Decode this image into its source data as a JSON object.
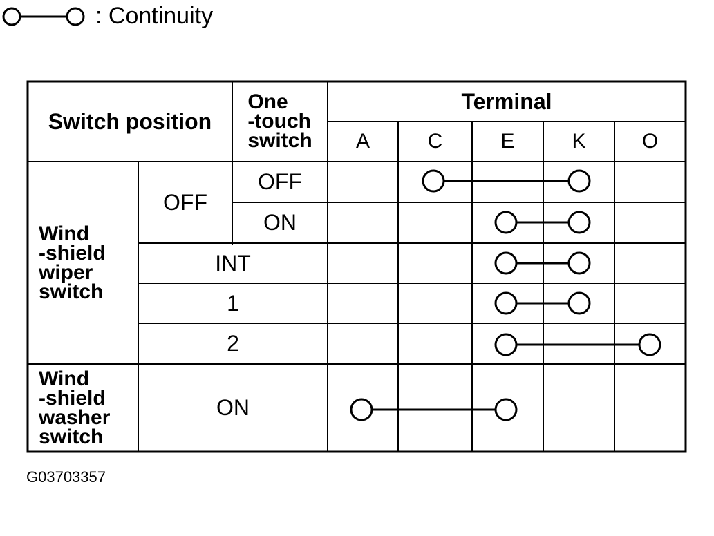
{
  "legend": {
    "symbol": "continuity-symbol",
    "text": ": Continuity"
  },
  "header": {
    "switch_position": "Switch position",
    "one_touch": [
      "One",
      "-touch",
      "switch"
    ],
    "terminal": "Terminal",
    "terminals": [
      "A",
      "C",
      "E",
      "K",
      "O"
    ]
  },
  "groups": {
    "wiper": [
      "Wind",
      "-shield",
      "wiper",
      "switch"
    ],
    "washer": [
      "Wind",
      "-shield",
      "washer",
      "switch"
    ]
  },
  "rows": [
    {
      "position": "OFF",
      "one_touch": "OFF",
      "continuity": [
        "C",
        "K"
      ]
    },
    {
      "position": "OFF",
      "one_touch": "ON",
      "continuity": [
        "E",
        "K"
      ]
    },
    {
      "position": "INT",
      "one_touch": "",
      "continuity": [
        "E",
        "K"
      ]
    },
    {
      "position": "1",
      "one_touch": "",
      "continuity": [
        "E",
        "K"
      ]
    },
    {
      "position": "2",
      "one_touch": "",
      "continuity": [
        "E",
        "O"
      ]
    },
    {
      "position": "ON",
      "one_touch": "",
      "continuity": [
        "A",
        "E"
      ]
    }
  ],
  "figure_id": "G03703357"
}
